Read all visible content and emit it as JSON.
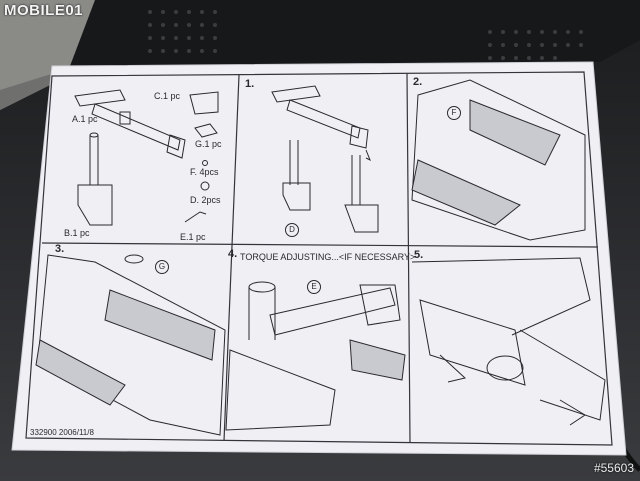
{
  "watermark": {
    "brand": "MOBILE01"
  },
  "photo_id": "#55603",
  "sheet": {
    "parts_panel": {
      "labels": [
        "A.1 pc",
        "B.1 pc",
        "C.1 pc",
        "G.1 pc",
        "F. 4pcs",
        "D. 2pcs",
        "E.1 pc"
      ],
      "callout_d": "D"
    },
    "steps": [
      {
        "number": "1."
      },
      {
        "number": "2.",
        "callout": "F"
      },
      {
        "number": "3.",
        "callout": "G"
      },
      {
        "number": "4.",
        "title": "TORQUE ADJUSTING...<IF NECESSARY>",
        "callout": "E"
      },
      {
        "number": "5."
      }
    ],
    "footer_code": "332900  2006/11/8"
  },
  "colors": {
    "paper": "#efeff4",
    "ink": "#2a2a2e",
    "device": "#151618"
  }
}
